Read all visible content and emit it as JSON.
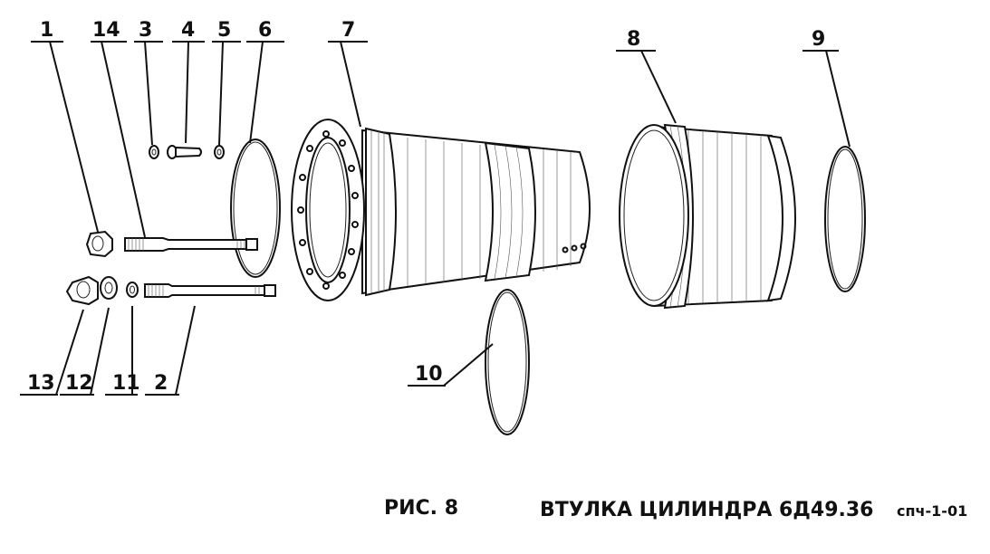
{
  "caption": {
    "figure": "РИС. 8",
    "title": "ВТУЛКА ЦИЛИНДРА 6Д49.36",
    "suffix": "спч-1-01"
  },
  "callouts": [
    "1",
    "14",
    "3",
    "4",
    "5",
    "6",
    "7",
    "8",
    "9",
    "13",
    "12",
    "11",
    "2",
    "10"
  ]
}
